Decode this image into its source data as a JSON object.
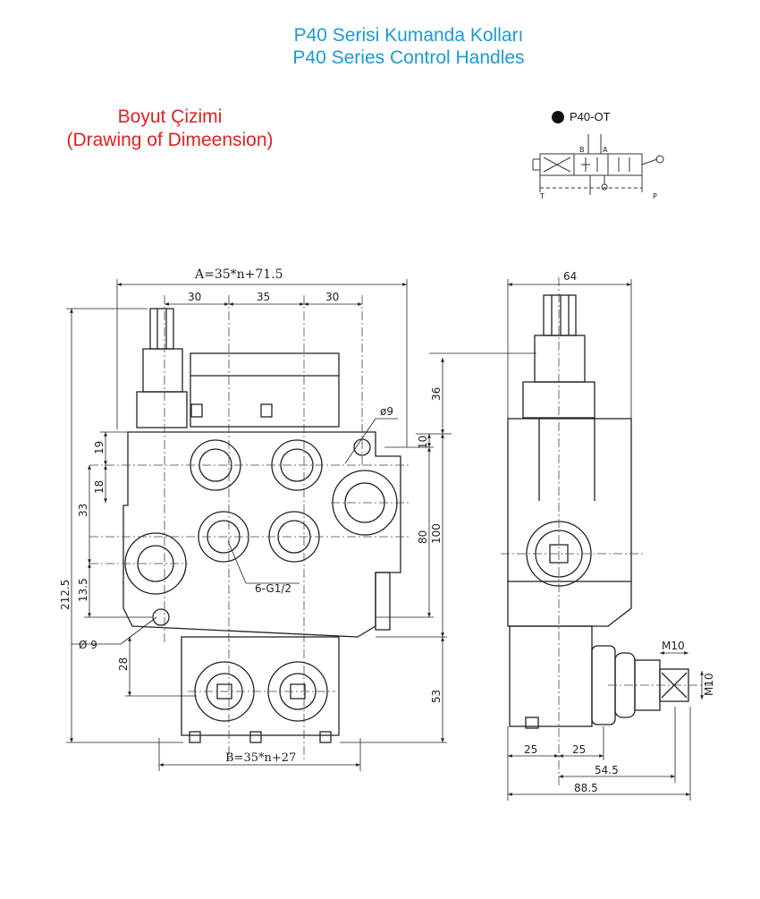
{
  "title": {
    "tr": "P40 Serisi Kumanda Kolları",
    "en": "P40 Series Control Handles"
  },
  "subtitle": {
    "tr": "Boyut Çizimi",
    "en": "(Drawing of Dimeension)"
  },
  "symbol": {
    "label": "P40-OT",
    "port_b": "B",
    "port_a": "A",
    "port_t": "T",
    "port_p": "P"
  },
  "front_view": {
    "overall_width": "A=35*n+71.5",
    "seg1": "30",
    "seg2": "35",
    "seg3": "30",
    "bottom_width": "B=35*n+27",
    "height_36": "36",
    "hole_top": "ø9",
    "dim_10": "10",
    "dim_80": "80",
    "dim_100": "100",
    "dim_19": "19",
    "dim_18": "18",
    "dim_33": "33",
    "dim_212_5": "212.5",
    "dim_13_5": "13.5",
    "ports": "6-G1/2",
    "hole_bottom": "Ø 9",
    "dim_28": "28",
    "dim_53": "53"
  },
  "side_view": {
    "width": "64",
    "d1": "25",
    "d2": "25",
    "d3": "54.5",
    "d4": "88.5",
    "thread_h": "M10",
    "thread_v": "M10"
  }
}
